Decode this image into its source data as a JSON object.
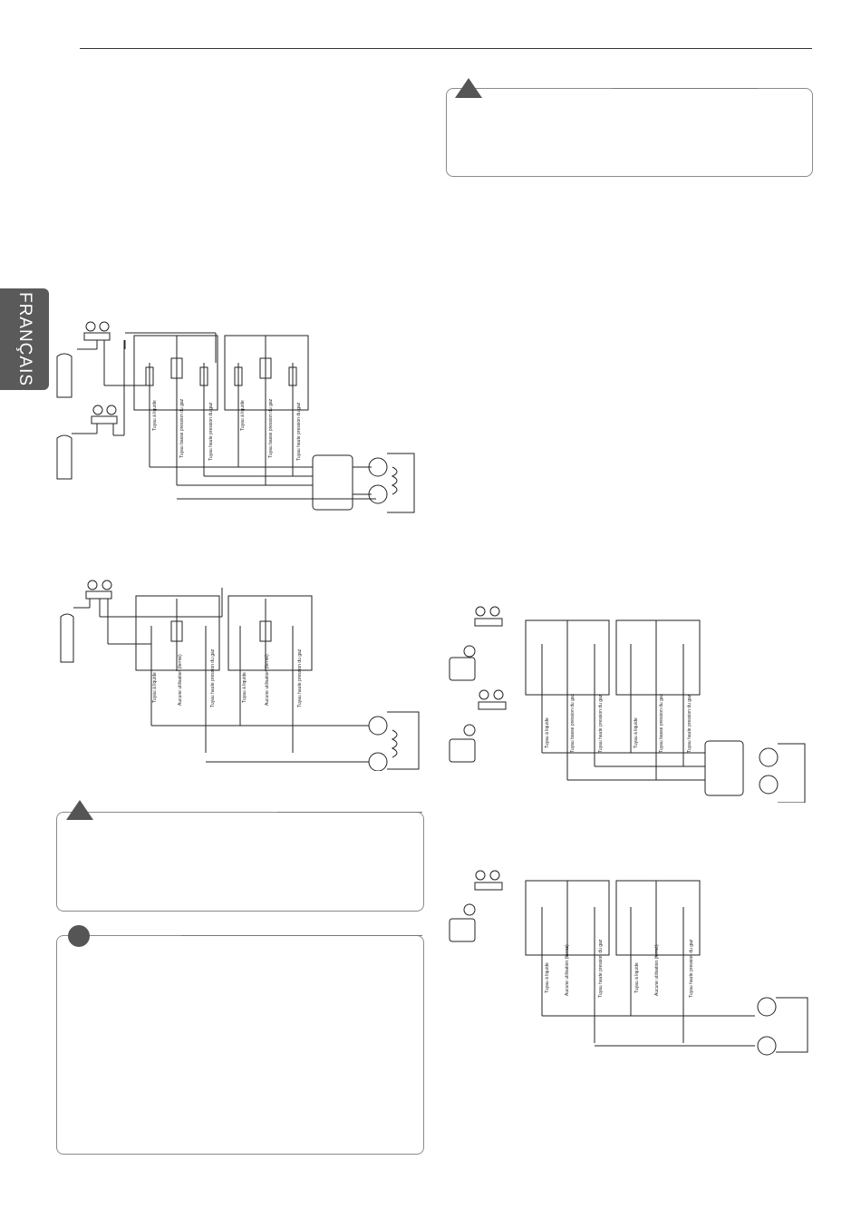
{
  "sidebar": {
    "language_tab": "FRANÇAIS"
  },
  "diagrams": {
    "pipe_labels_a": [
      "Tuyau à liquide",
      "Tuyau basse pression du gaz",
      "Tuyau haute pression du gaz"
    ],
    "pipe_labels_b": [
      "Tuyau à liquide",
      "Aucune utilisation (fermé)",
      "Tuyau haute pression du gaz"
    ]
  },
  "colors": {
    "ink": "#222222",
    "tab": "#5a5a5a",
    "warning": "#555555"
  },
  "icons": [
    "warning-triangle-icon",
    "note-circle-icon",
    "pressure-gauge-icon",
    "gas-cylinder-icon",
    "vacuum-pump-icon",
    "valve-icon"
  ]
}
